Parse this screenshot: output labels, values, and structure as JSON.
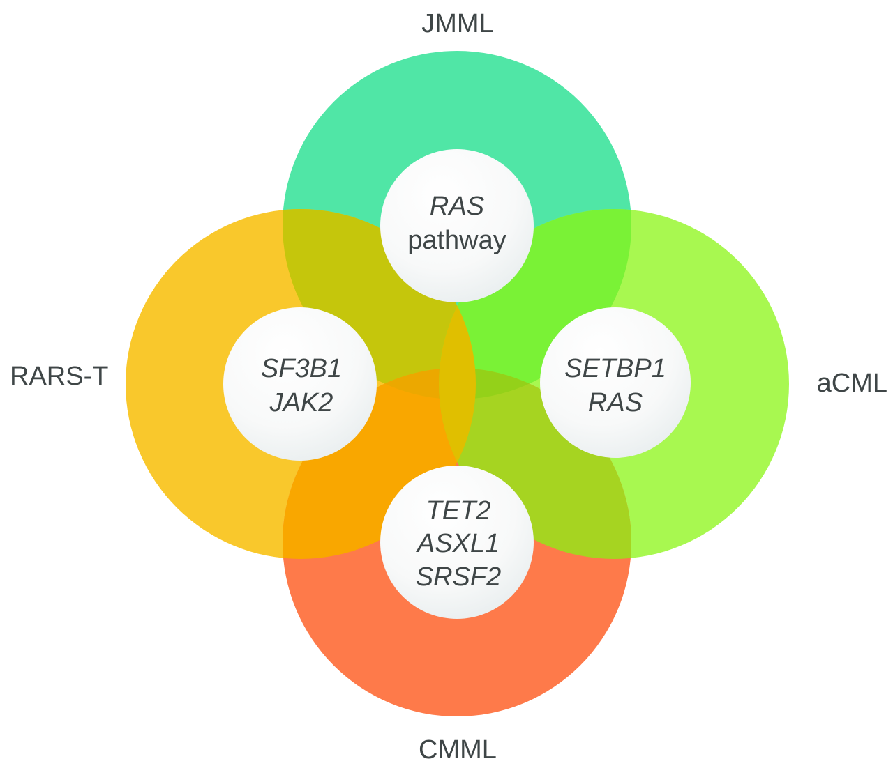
{
  "diagram": {
    "type": "four-circle overlap diagram",
    "groups": [
      {
        "id": "jmml",
        "label": "JMML",
        "position": "top",
        "color": "#50e6a6",
        "genes": [
          {
            "text": "RAS",
            "italic": true
          },
          {
            "text": "pathway",
            "italic": false
          }
        ]
      },
      {
        "id": "rars-t",
        "label": "RARS-T",
        "position": "left",
        "color": "#f9c82c",
        "genes": [
          {
            "text": "SF3B1",
            "italic": true
          },
          {
            "text": "JAK2",
            "italic": true
          }
        ]
      },
      {
        "id": "acml",
        "label": "aCML",
        "position": "right",
        "color": "#a8f850",
        "genes": [
          {
            "text": "SETBP1",
            "italic": true
          },
          {
            "text": "RAS",
            "italic": true
          }
        ]
      },
      {
        "id": "cmml",
        "label": "CMML",
        "position": "bottom",
        "color": "#fe7a4a",
        "genes": [
          {
            "text": "TET2",
            "italic": true
          },
          {
            "text": "ASXL1",
            "italic": true
          },
          {
            "text": "SRSF2",
            "italic": true
          }
        ]
      }
    ],
    "overlap_colors": {
      "top_left": "#c5c60c",
      "top_right": "#7af236",
      "bottom_left": "#f9a700",
      "bottom_right": "#a6d421",
      "left_right": "#e0bf00",
      "top_bottom_left": "#eca800",
      "top_bottom_right": "#94d119"
    },
    "text_color": "#3f4647"
  }
}
